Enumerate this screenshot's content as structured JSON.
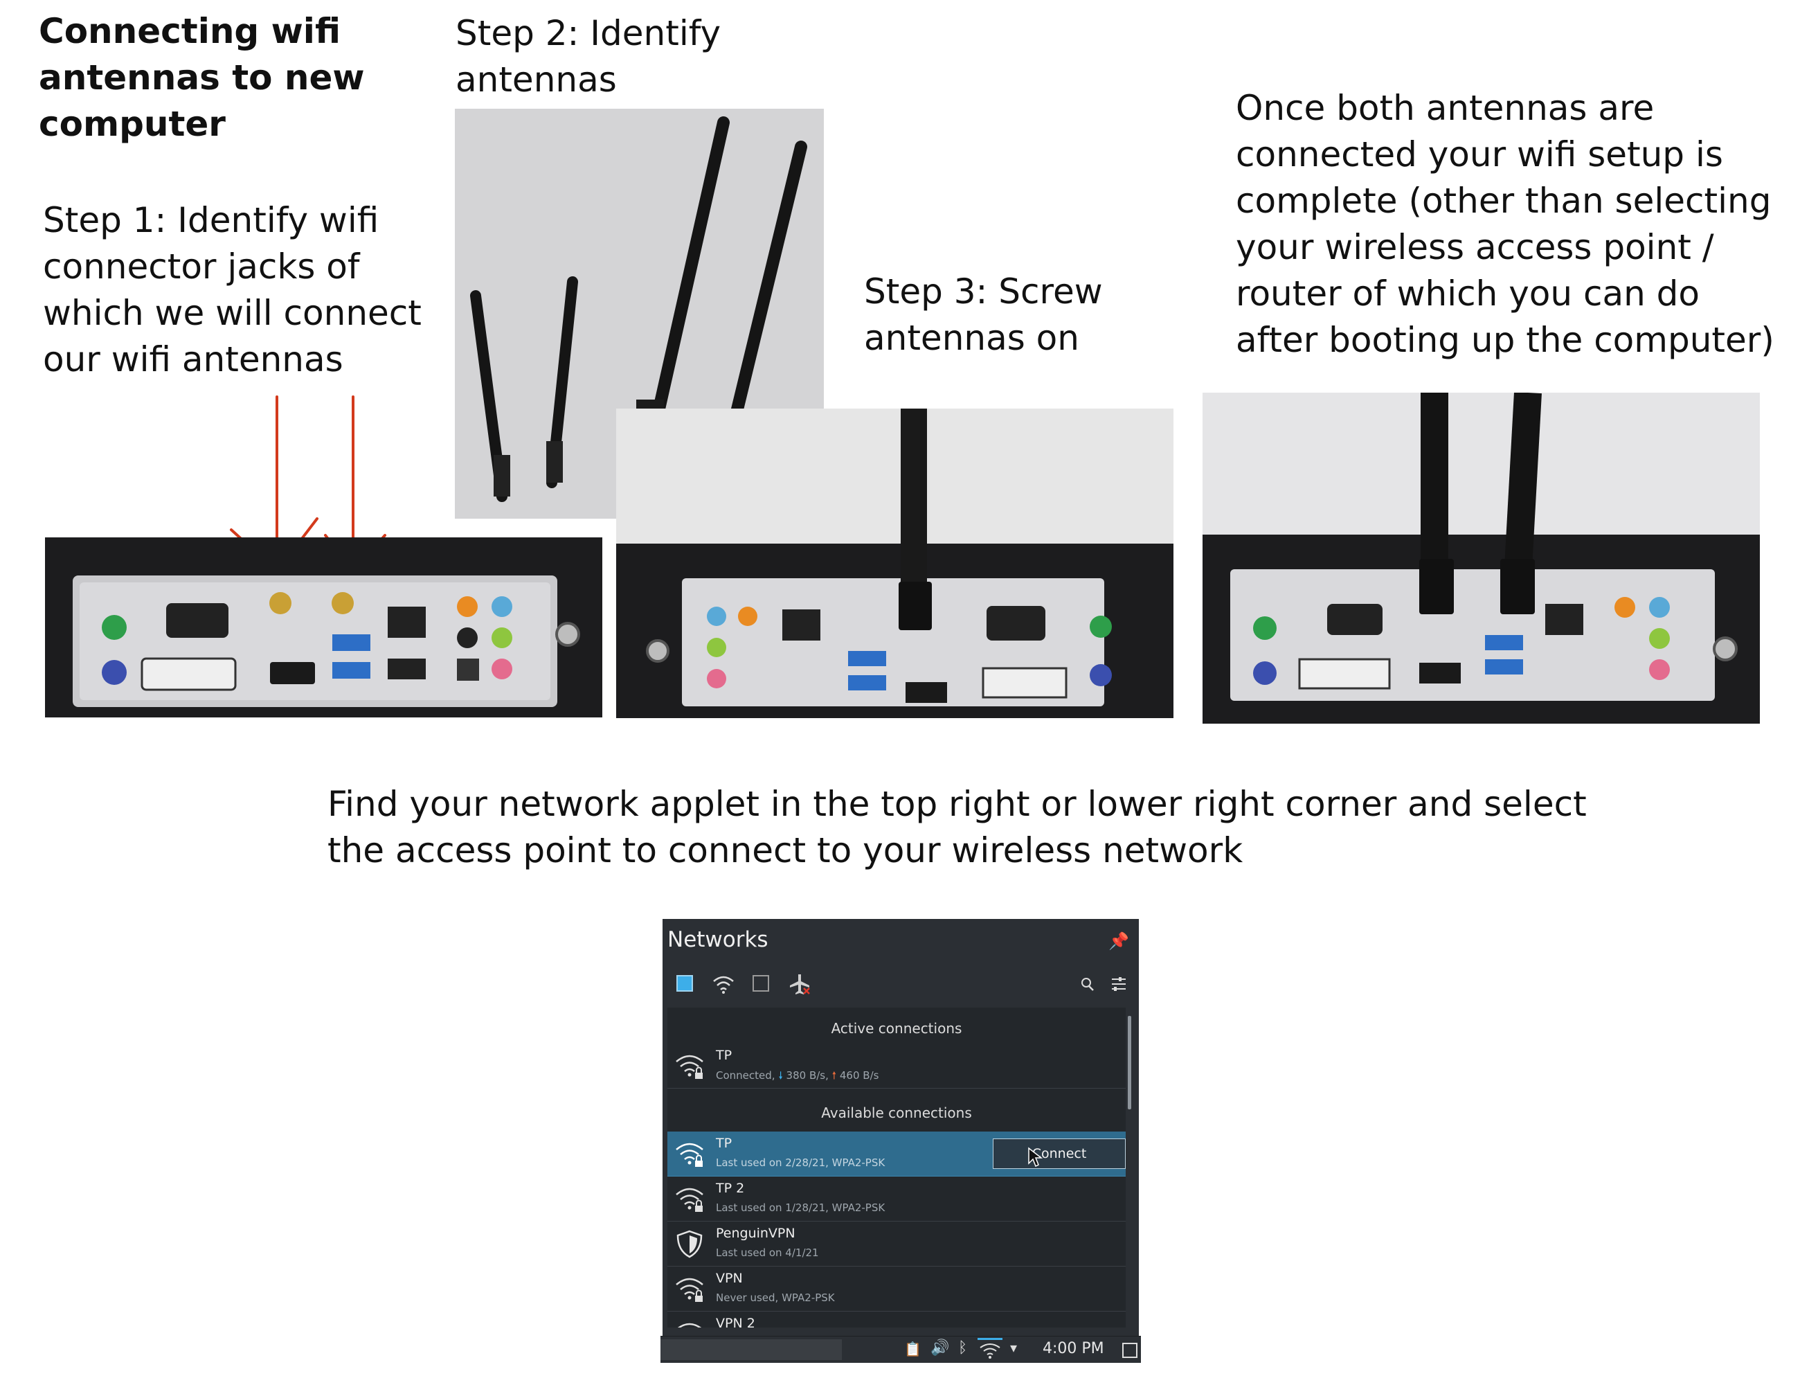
{
  "document": {
    "title": "Connecting wifi antennas to new computer",
    "step1": "Step 1: Identify wifi connector jacks of which we will connect our wifi antennas",
    "step2": "Step 2: Identify antennas",
    "step3": "Step 3: Screw antennas on",
    "step4": "Once both antennas are connected your wifi setup is complete (other than selecting your wireless access point / router of which you can do after booting up the computer)",
    "instruction": "Find your network applet in the top right or lower right corner and select the access point to connect to your wireless network"
  },
  "colors": {
    "arrow": "#d33a1c",
    "panel_bg": "#2b2f34",
    "list_bg": "#23272b",
    "selected_row": "#2f6c8e",
    "accent": "#3daee9"
  },
  "applet": {
    "title": "Networks",
    "pin_icon": "pin-icon",
    "toolbar_icons": [
      "ethernet-checkbox-icon",
      "wifi-icon",
      "wwan-checkbox-icon",
      "airplane-mode-icon",
      "search-icon",
      "settings-icon"
    ],
    "active_header": "Active connections",
    "active": {
      "name": "TP",
      "status": "Connected,",
      "down": "380 B/s,",
      "up": "460 B/s"
    },
    "available_header": "Available connections",
    "available": [
      {
        "name": "TP",
        "detail": "Last used on 2/28/21, WPA2-PSK",
        "icon": "wifi-lock-icon"
      },
      {
        "name": "TP 2",
        "detail": "Last used on 1/28/21, WPA2-PSK",
        "icon": "wifi-lock-icon"
      },
      {
        "name": "PenguinVPN",
        "detail": "Last used on 4/1/21",
        "icon": "vpn-shield-icon"
      },
      {
        "name": "VPN",
        "detail": "Never used, WPA2-PSK",
        "icon": "wifi-lock-icon"
      },
      {
        "name": "VPN 2",
        "detail": "",
        "icon": "wifi-icon"
      }
    ],
    "connect_label": "Connect",
    "taskbar": {
      "time": "4:00 PM"
    }
  }
}
